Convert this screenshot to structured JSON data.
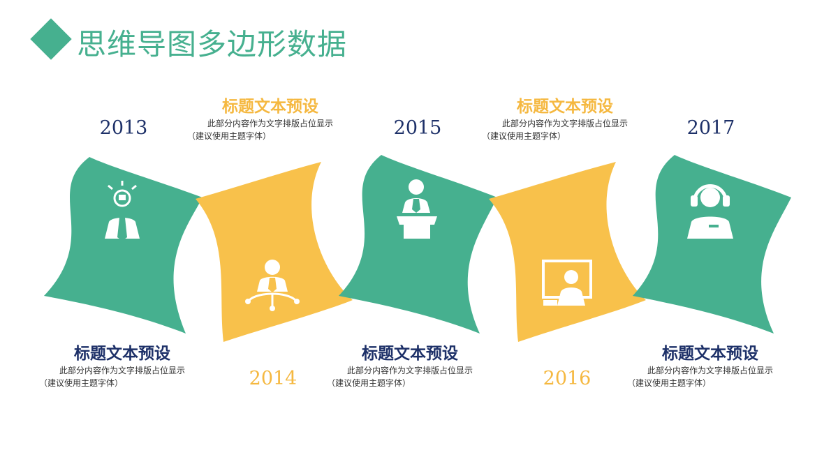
{
  "page": {
    "title": "思维导图多边形数据"
  },
  "colors": {
    "green": "#46b08f",
    "gold": "#f8c14b",
    "navy": "#1d3068",
    "gold_text": "#f5b840"
  },
  "steps": [
    {
      "year": "2013",
      "title": "标题文本预设",
      "desc": "此部分内容作为文字排版占位显示",
      "note": "（建议使用主题字体）",
      "icon": "idea-person-icon"
    },
    {
      "year": "2014",
      "title": "标题文本预设",
      "desc": "此部分内容作为文字排版占位显示",
      "note": "（建议使用主题字体）",
      "icon": "network-person-icon"
    },
    {
      "year": "2015",
      "title": "标题文本预设",
      "desc": "此部分内容作为文字排版占位显示",
      "note": "（建议使用主题字体）",
      "icon": "podium-speaker-icon"
    },
    {
      "year": "2016",
      "title": "标题文本预设",
      "desc": "此部分内容作为文字排版占位显示",
      "note": "（建议使用主题字体）",
      "icon": "computer-user-icon"
    },
    {
      "year": "2017",
      "title": "标题文本预设",
      "desc": "此部分内容作为文字排版占位显示",
      "note": "（建议使用主题字体）",
      "icon": "headset-support-icon"
    }
  ]
}
